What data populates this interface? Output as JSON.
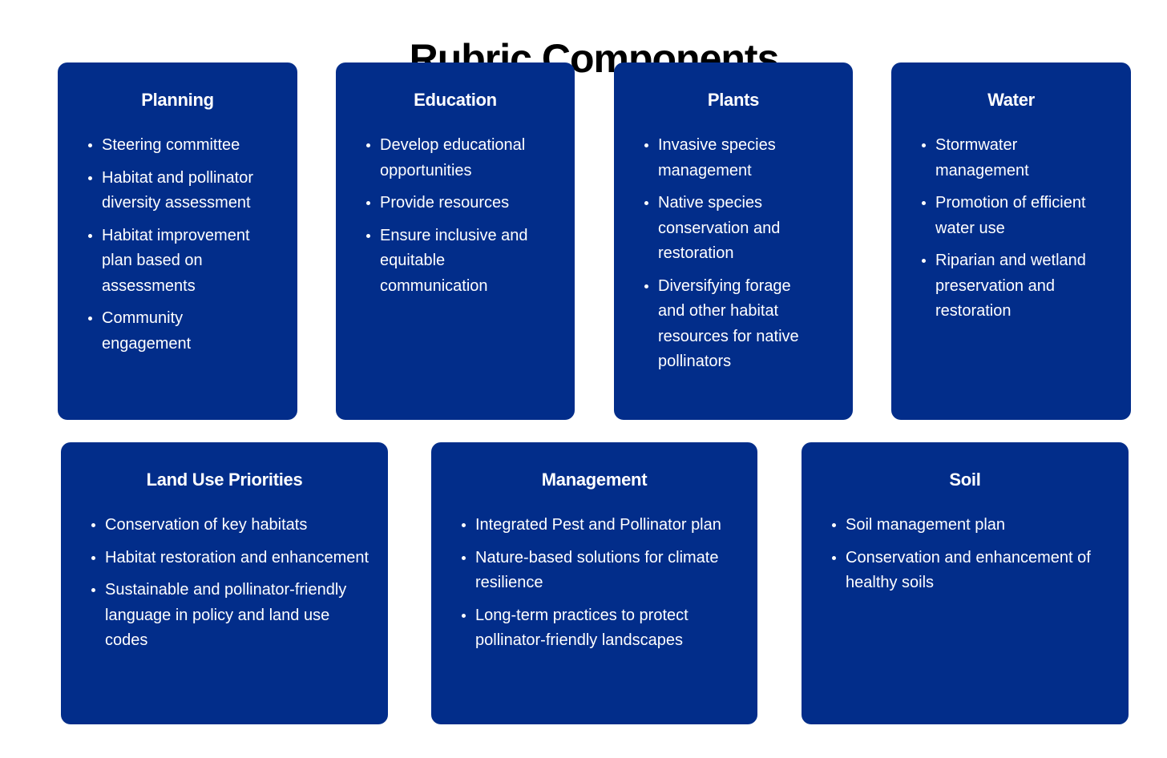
{
  "title": "Rubric Components",
  "colors": {
    "card_background": "#022d8a",
    "card_text": "#ffffff",
    "title_text": "#000000",
    "page_background": "#ffffff"
  },
  "cards": [
    {
      "title": "Planning",
      "items": [
        "Steering committee",
        "Habitat and pollinator diversity assessment",
        "Habitat improvement plan based on assessments",
        "Community engagement"
      ]
    },
    {
      "title": "Education",
      "items": [
        "Develop educational opportunities",
        "Provide resources",
        "Ensure inclusive and equitable communication"
      ]
    },
    {
      "title": "Plants",
      "items": [
        "Invasive species management",
        "Native species conservation and restoration",
        "Diversifying forage and other habitat resources for native pollinators"
      ]
    },
    {
      "title": "Water",
      "items": [
        "Stormwater management",
        "Promotion of efficient water use",
        "Riparian and wetland preservation and restoration"
      ]
    },
    {
      "title": "Land Use Priorities",
      "items": [
        "Conservation of key habitats",
        "Habitat restoration and enhancement",
        "Sustainable and pollinator-friendly language in policy and land use codes"
      ]
    },
    {
      "title": "Management",
      "items": [
        "Integrated Pest and Pollinator plan",
        "Nature-based solutions for climate resilience",
        "Long-term practices to protect pollinator-friendly landscapes"
      ]
    },
    {
      "title": "Soil",
      "items": [
        "Soil management plan",
        "Conservation and enhancement of healthy soils"
      ]
    }
  ]
}
